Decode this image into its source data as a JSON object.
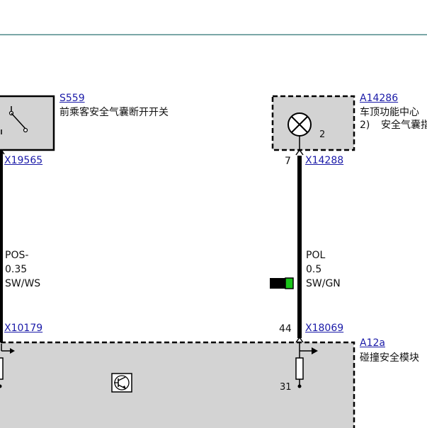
{
  "colors": {
    "divider": "#4e8a8a",
    "component_fill": "#d3d3d3",
    "link": "#1a1aa8",
    "wire": "#000000",
    "color_swatch_black": "#000000",
    "color_swatch_green": "#19c419"
  },
  "components": {
    "s559": {
      "id": "S559",
      "name": "前乘客安全气囊断开开关"
    },
    "a14286": {
      "id": "A14286",
      "name": "车顶功能中心",
      "note_num": "2)",
      "note_text": "安全气囊指"
    },
    "a12a": {
      "id": "A12a",
      "name": "碰撞安全模块"
    }
  },
  "connectors": {
    "x19565": "X19565",
    "x14288": "X14288",
    "x10179": "X10179",
    "x18069": "X18069"
  },
  "pins": {
    "lamp_internal": "2",
    "x14288": "7",
    "x18069": "44",
    "ground": "31"
  },
  "wires": {
    "left": {
      "l1": "POS-",
      "l2": "0.35",
      "l3": "SW/WS"
    },
    "right": {
      "l1": "POL",
      "l2": "0.5",
      "l3": "SW/GN"
    }
  }
}
